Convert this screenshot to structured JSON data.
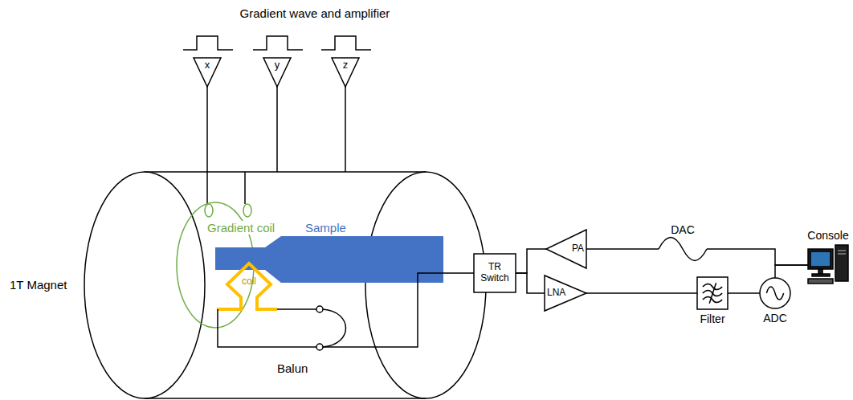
{
  "diagram": {
    "nodes": [
      {
        "text": [
          "x"
        ]
      },
      {
        "text": [
          "y"
        ]
      },
      {
        "text": [
          "z"
        ]
      },
      {
        "text": [
          "TR Switch"
        ]
      },
      {
        "text": [
          "PA"
        ]
      },
      {
        "text": [
          "LNA"
        ]
      },
      {
        "text": [
          "DAC"
        ]
      },
      {
        "text": [
          "Filter"
        ]
      },
      {
        "text": [
          "ADC"
        ]
      },
      {
        "text": [
          "Console"
        ]
      }
    ],
    "edges": [
      {
        "from": 3,
        "to": 4,
        "arrow": "none"
      },
      {
        "from": 3,
        "to": 5,
        "arrow": "none"
      },
      {
        "from": 4,
        "to": 6,
        "arrow": "none"
      },
      {
        "from": 5,
        "to": 7,
        "arrow": "none"
      },
      {
        "from": 7,
        "to": 8,
        "arrow": "none"
      },
      {
        "from": 6,
        "to": 9,
        "arrow": "none"
      },
      {
        "from": 8,
        "to": 9,
        "arrow": "none"
      }
    ],
    "labels": [
      "Gradient wave and amplifier",
      "1T Magnet",
      "Gradient coil",
      "Sample",
      "coil",
      "Balun"
    ]
  }
}
